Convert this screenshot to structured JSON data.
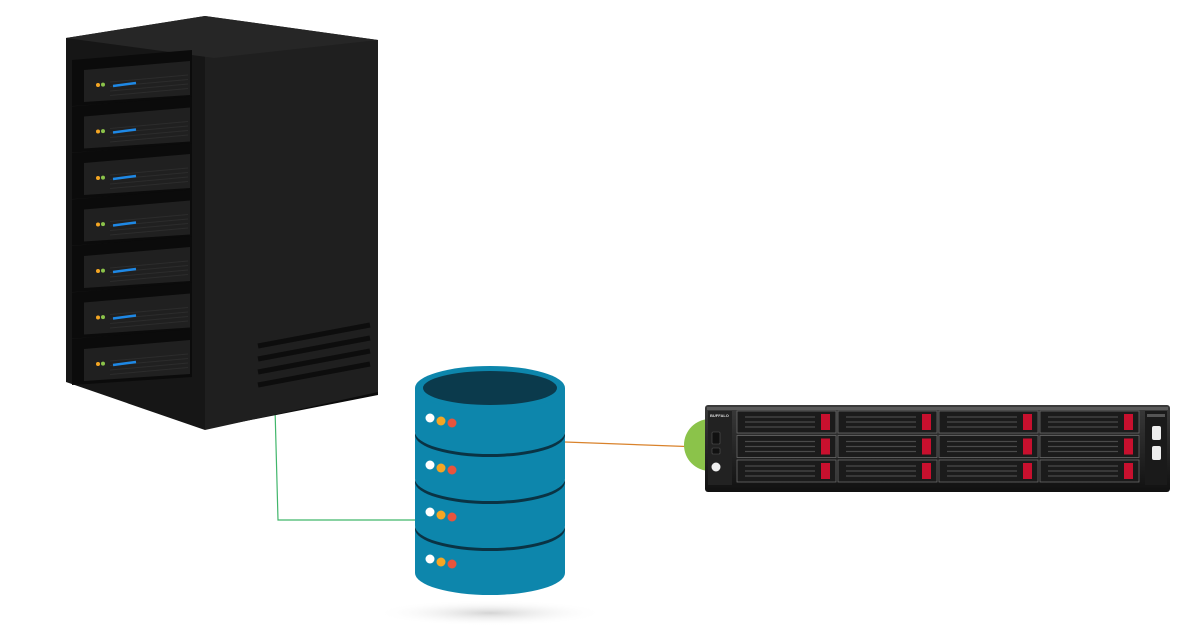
{
  "diagram": {
    "nodes": [
      {
        "id": "server-tower",
        "kind": "server-rack-tower",
        "icon": "server-rack-icon",
        "bays": 7
      },
      {
        "id": "database",
        "kind": "database-cylinder",
        "icon": "database-icon",
        "disks": 4
      },
      {
        "id": "nas",
        "kind": "rackmount-nas",
        "icon": "nas-storage-icon",
        "drive_rows": 3,
        "drive_columns": 4,
        "brand_label": "BUFFALO"
      }
    ],
    "connections": [
      {
        "from": "server-tower",
        "to": "database",
        "color": "#41b66b"
      },
      {
        "from": "database",
        "to": "nas",
        "color": "#d9822b"
      }
    ],
    "colors": {
      "tower_body": "#1f1f1f",
      "tower_panel": "#141414",
      "db_fill": "#0d86ac",
      "db_top": "#0b3a4c",
      "db_ring": "#0a3344",
      "nas_accent": "#c8102e",
      "status_green": "#8bc34a",
      "led_amber": "#f5a623",
      "led_red": "#e8543c",
      "led_white": "#ffffff",
      "bay_blue": "#1e88e5"
    }
  }
}
